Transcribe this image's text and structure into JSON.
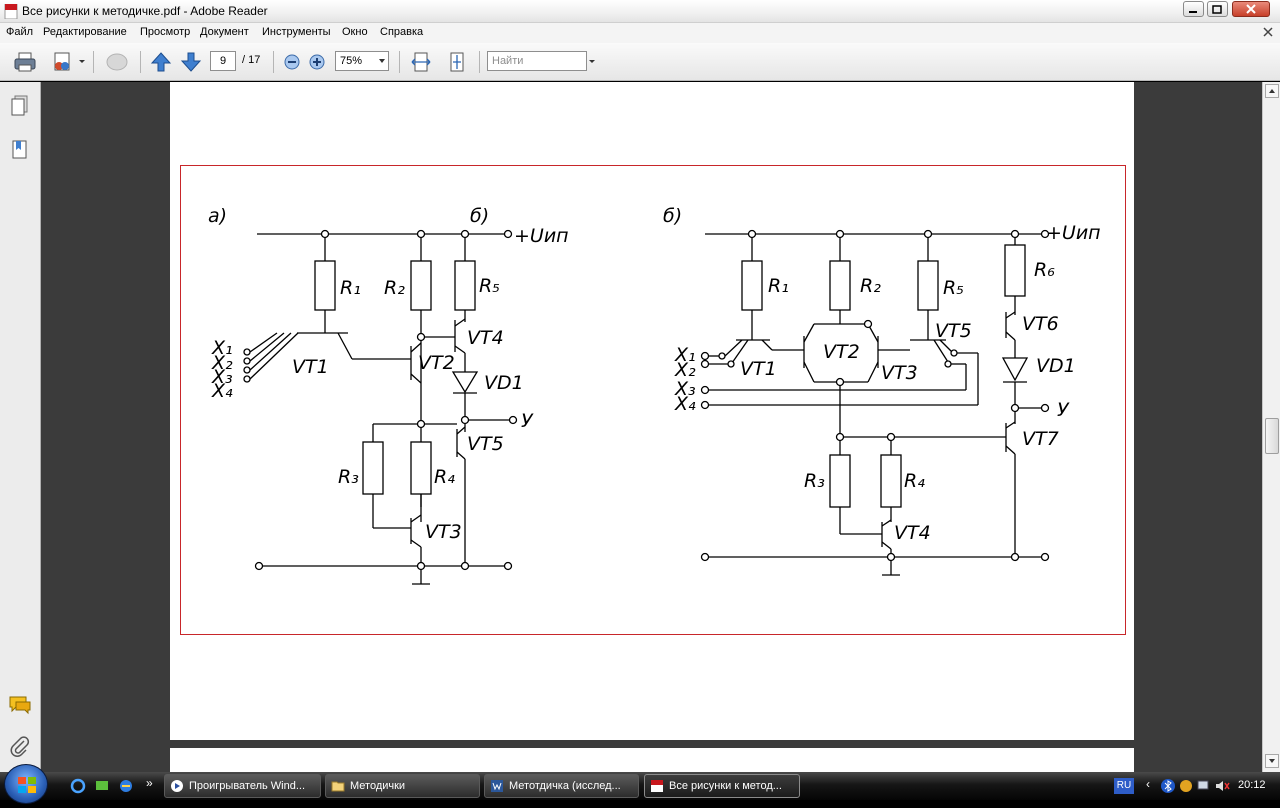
{
  "window": {
    "title": "Все рисунки к методичке.pdf - Adobe Reader"
  },
  "menu": [
    "Файл",
    "Редактирование",
    "Просмотр",
    "Документ",
    "Инструменты",
    "Окно",
    "Справка"
  ],
  "toolbar": {
    "page_current": "9",
    "page_total": "/ 17",
    "zoom": "75%",
    "search_placeholder": "Найти"
  },
  "diagram": {
    "labels_a": {
      "title_a": "а)",
      "title_b": "б)",
      "supply": "+Uип",
      "r1": "R₁",
      "r2": "R₂",
      "r5": "R₅",
      "r3": "R₃",
      "r4": "R₄",
      "vt1": "VT1",
      "vt2": "VT2",
      "vt3": "VT3",
      "vt4": "VT4",
      "vt5": "VT5",
      "vd1": "VD1",
      "out": "У",
      "x1": "X₁",
      "x2": "X₂",
      "x3": "X₃",
      "x4": "X₄"
    },
    "labels_b": {
      "title": "б)",
      "supply": "+Uип",
      "r1": "R₁",
      "r2": "R₂",
      "r5": "R₅",
      "r6": "R₆",
      "r3": "R₃",
      "r4": "R₄",
      "vt1": "VT1",
      "vt2": "VT2",
      "vt3": "VT3",
      "vt4": "VT4",
      "vt5": "VT5",
      "vt6": "VT6",
      "vt7": "VT7",
      "vd1": "VD1",
      "out": "У",
      "x1": "X₁",
      "x2": "X₂",
      "x3": "X₃",
      "x4": "X₄"
    }
  },
  "taskbar": {
    "tasks": [
      "Проигрыватель Wind...",
      "Методички",
      "Метотдичка (исслед...",
      "Все рисунки к метод..."
    ],
    "language": "RU",
    "clock": "20:12"
  },
  "colors": {
    "frame": "#c8262a",
    "doc_background": "#3b3b3b"
  }
}
